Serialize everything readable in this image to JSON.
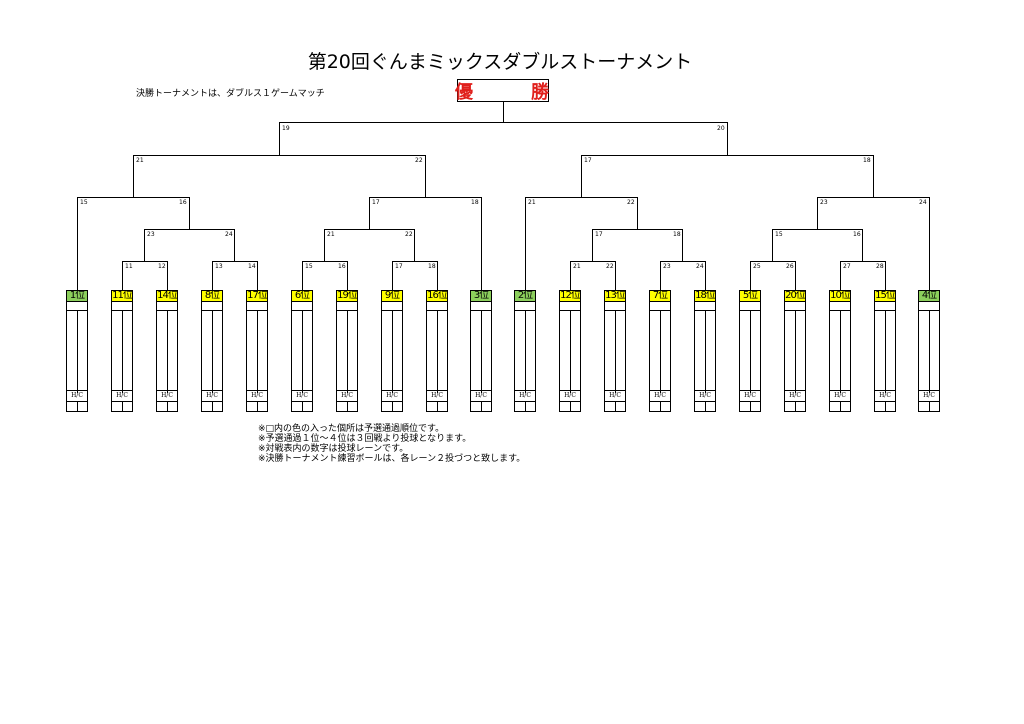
{
  "title": "第20回ぐんまミックスダブルストーナメント",
  "subtitle": "決勝トーナメントは、ダブルス１ゲームマッチ",
  "champion_label": "優　勝",
  "colors": {
    "seed_yellow": "#ffff00",
    "seed_green": "#8ccf5c",
    "champion_text": "#e0201c"
  },
  "seeds": [
    {
      "label": "1位",
      "color": "green"
    },
    {
      "label": "11位",
      "color": "yellow"
    },
    {
      "label": "14位",
      "color": "yellow"
    },
    {
      "label": "8位",
      "color": "yellow"
    },
    {
      "label": "17位",
      "color": "yellow"
    },
    {
      "label": "6位",
      "color": "yellow"
    },
    {
      "label": "19位",
      "color": "yellow"
    },
    {
      "label": "9位",
      "color": "yellow"
    },
    {
      "label": "16位",
      "color": "yellow"
    },
    {
      "label": "3位",
      "color": "green"
    },
    {
      "label": "2位",
      "color": "green"
    },
    {
      "label": "12位",
      "color": "yellow"
    },
    {
      "label": "13位",
      "color": "yellow"
    },
    {
      "label": "7位",
      "color": "yellow"
    },
    {
      "label": "18位",
      "color": "yellow"
    },
    {
      "label": "5位",
      "color": "yellow"
    },
    {
      "label": "20位",
      "color": "yellow"
    },
    {
      "label": "10位",
      "color": "yellow"
    },
    {
      "label": "15位",
      "color": "yellow"
    },
    {
      "label": "4位",
      "color": "green"
    }
  ],
  "hc_label": "H/C",
  "lanes": {
    "final": [
      "19",
      "20"
    ],
    "semi": [
      "21",
      "22",
      "17",
      "18"
    ],
    "quarter": [
      "15",
      "16",
      "17",
      "18",
      "21",
      "22",
      "23",
      "24"
    ],
    "r2": [
      "23",
      "24",
      "21",
      "22",
      "17",
      "18",
      "15",
      "16"
    ],
    "r1": [
      "11",
      "12",
      "13",
      "14",
      "15",
      "16",
      "17",
      "18",
      "21",
      "22",
      "23",
      "24",
      "25",
      "26",
      "27",
      "28"
    ]
  },
  "notes": [
    "※□内の色の入った個所は予選通過順位です。",
    "※予選通過１位～４位は３回戦より投球となります。",
    "※対戦表内の数字は投球レーンです。",
    "※決勝トーナメント練習ボールは、各レーン２投づつと致します。"
  ]
}
